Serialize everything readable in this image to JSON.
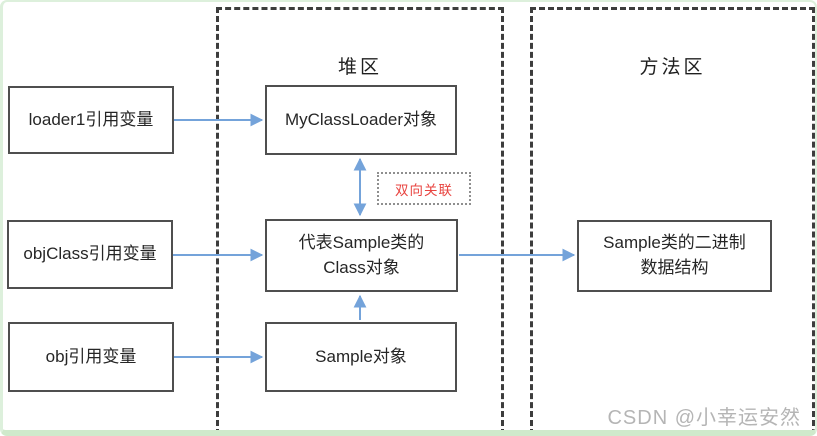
{
  "regions": {
    "heap_label": "堆区",
    "method_label": "方法区"
  },
  "boxes": {
    "loader1": "loader1引用变量",
    "objclass": "objClass引用变量",
    "obj": "obj引用变量",
    "myclassloader": "MyClassLoader对象",
    "sample_class_line1": "代表Sample类的",
    "sample_class_line2": "Class对象",
    "sample_obj": "Sample对象",
    "binary_line1": "Sample类的二进制",
    "binary_line2": "数据结构"
  },
  "annotation": {
    "bidirectional": "双向关联"
  },
  "watermark": "CSDN @小幸运安然",
  "colors": {
    "arrow_blue": "#74a3da",
    "accent_red": "#e8433f",
    "box_border": "#4f4f4f",
    "region_border": "#3d3d3d",
    "watermark_gray": "#b5b5b5",
    "page_edge_green": "#ddf0dc"
  }
}
